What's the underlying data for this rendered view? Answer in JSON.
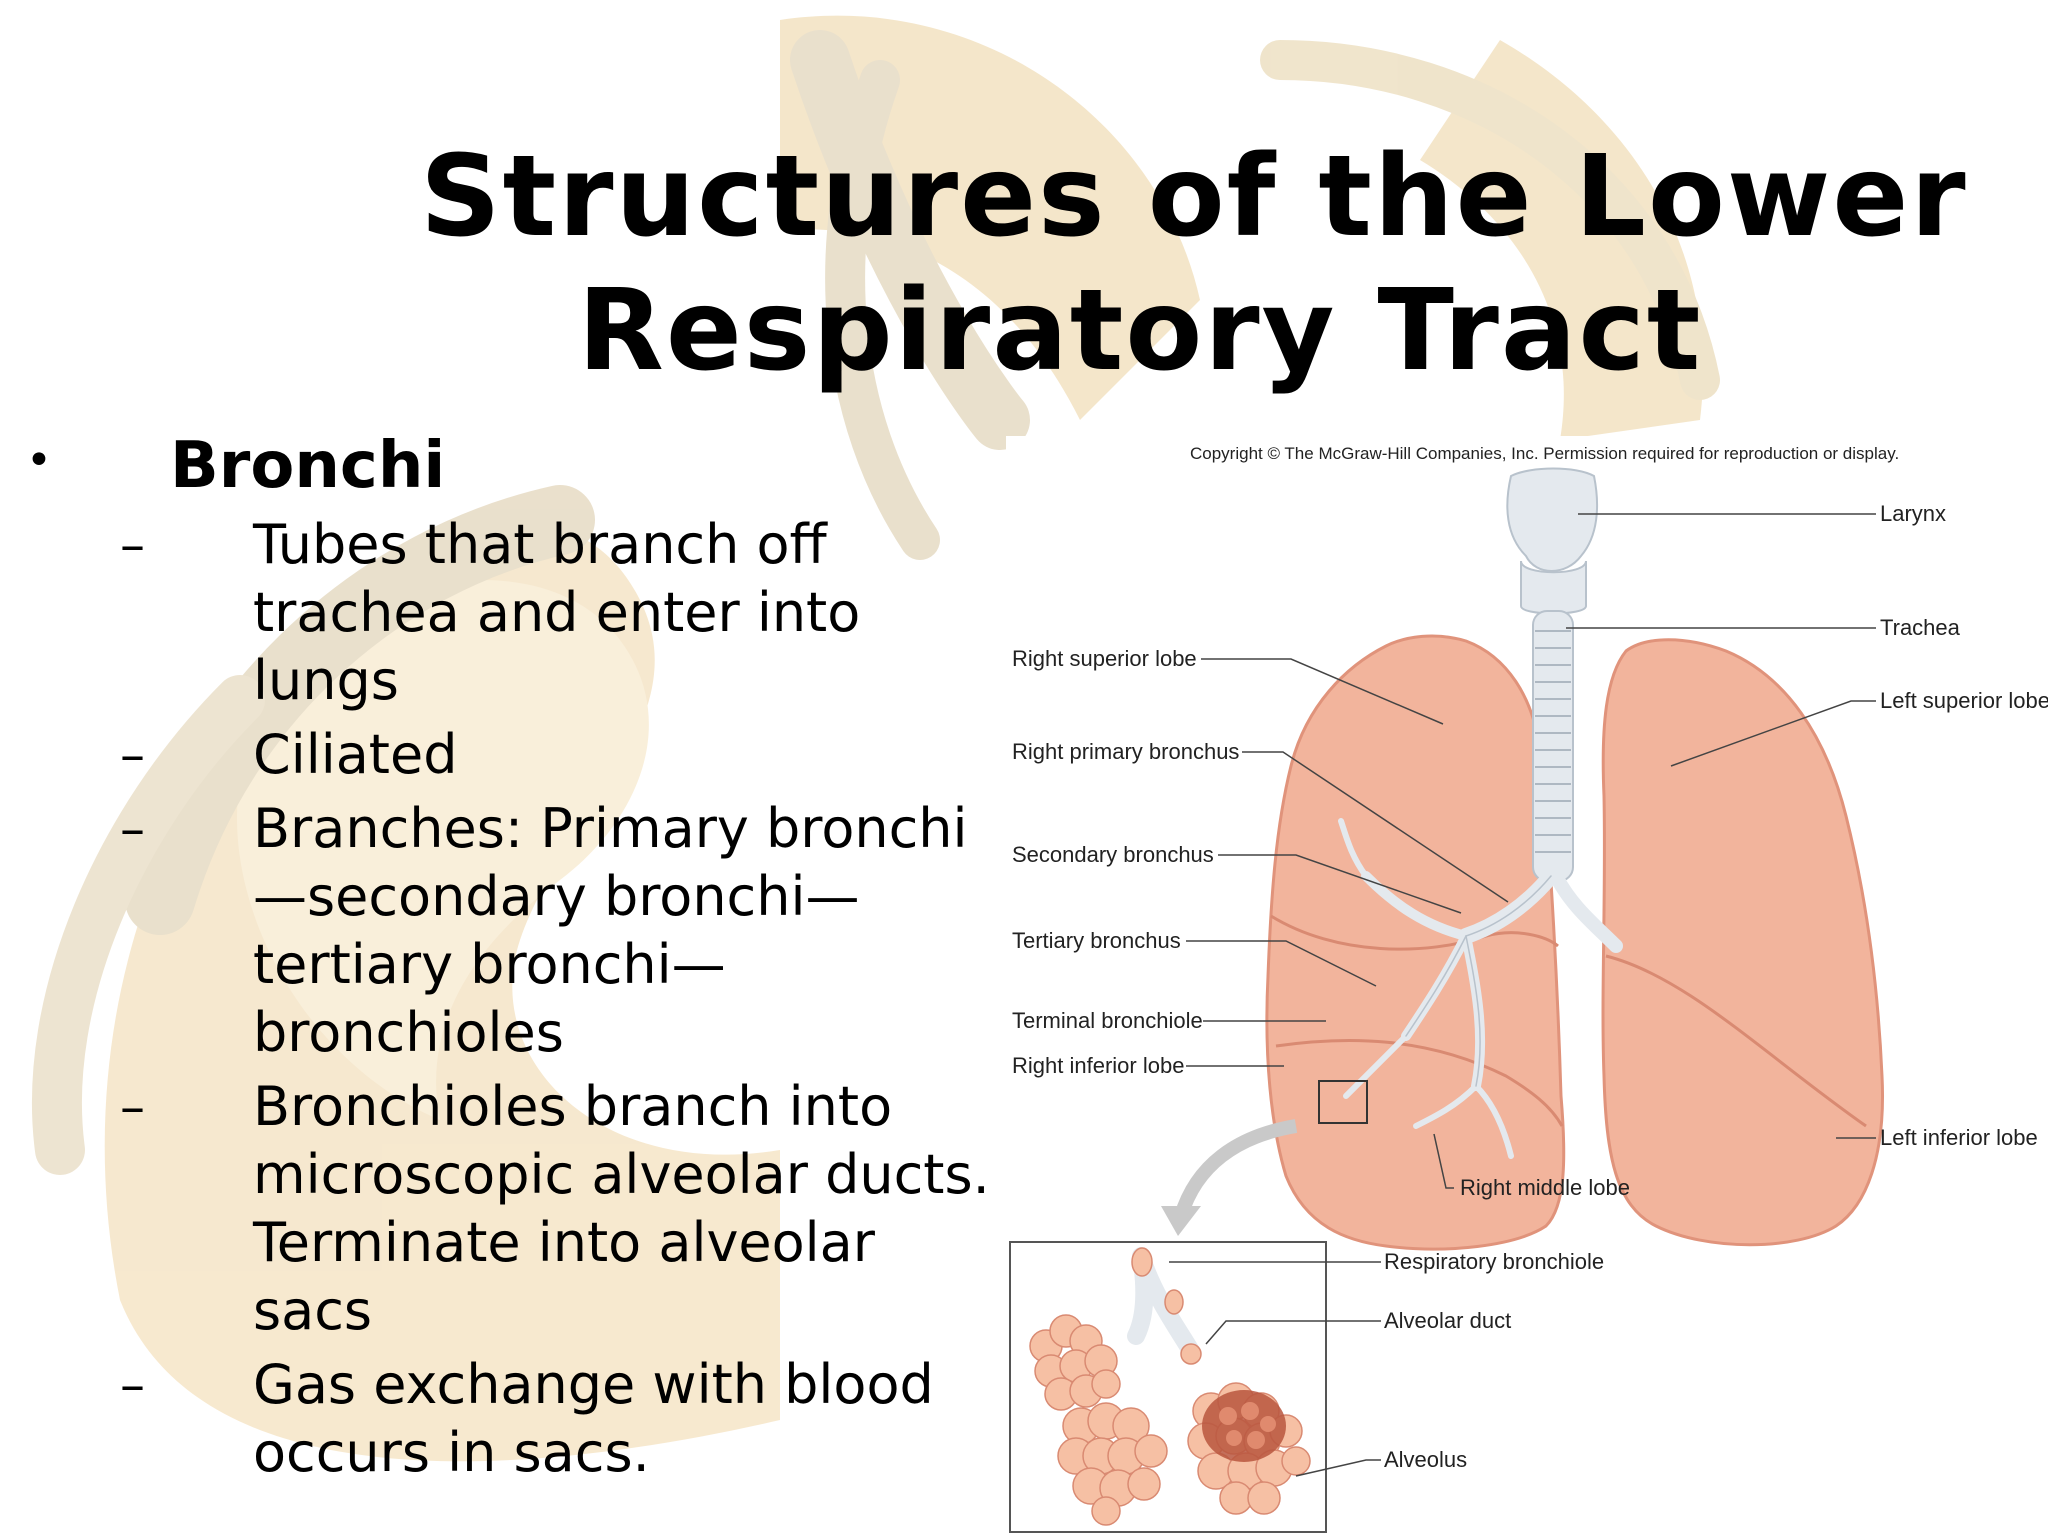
{
  "slide": {
    "title_line1": "Structures of the Lower",
    "title_line2": "Respiratory Tract"
  },
  "bullets": {
    "main_marker": "•",
    "main": "Bronchi",
    "sub_marker": "–",
    "items": [
      {
        "lines": [
          "Tubes that branch off",
          "trachea and enter into",
          "lungs"
        ]
      },
      {
        "lines": [
          "Ciliated"
        ]
      },
      {
        "lines": [
          "Branches:  Primary bronchi",
          "—secondary bronchi—",
          "tertiary bronchi—",
          "bronchioles"
        ]
      },
      {
        "lines": [
          "Bronchioles branch into",
          "microscopic alveolar ducts.",
          " Terminate into alveolar",
          "sacs"
        ]
      },
      {
        "lines": [
          "Gas exchange with blood",
          "occurs in sacs."
        ]
      }
    ]
  },
  "diagram": {
    "copyright": "Copyright © The McGraw-Hill Companies, Inc. Permission required for reproduction or display.",
    "labels": {
      "larynx": "Larynx",
      "trachea": "Trachea",
      "left_superior_lobe": "Left superior lobe",
      "left_inferior_lobe": "Left inferior lobe",
      "right_superior_lobe": "Right superior lobe",
      "right_primary_bronchus": "Right primary bronchus",
      "secondary_bronchus": "Secondary bronchus",
      "tertiary_bronchus": "Tertiary bronchus",
      "terminal_bronchiole": "Terminal bronchiole",
      "right_inferior_lobe": "Right inferior lobe",
      "right_middle_lobe": "Right middle lobe",
      "respiratory_bronchiole": "Respiratory bronchiole",
      "alveolar_duct": "Alveolar duct",
      "alveolus": "Alveolus"
    }
  },
  "colors": {
    "background_decoration": "#f3dcae",
    "decoration_stroke": "#d9c8a6",
    "lung": "#f2b49c",
    "lung_shadow": "#e48f76",
    "trachea": "#e4e9ee",
    "alveolus": "#f6c0a4",
    "label_text": "#222222",
    "title_text": "#000000"
  }
}
